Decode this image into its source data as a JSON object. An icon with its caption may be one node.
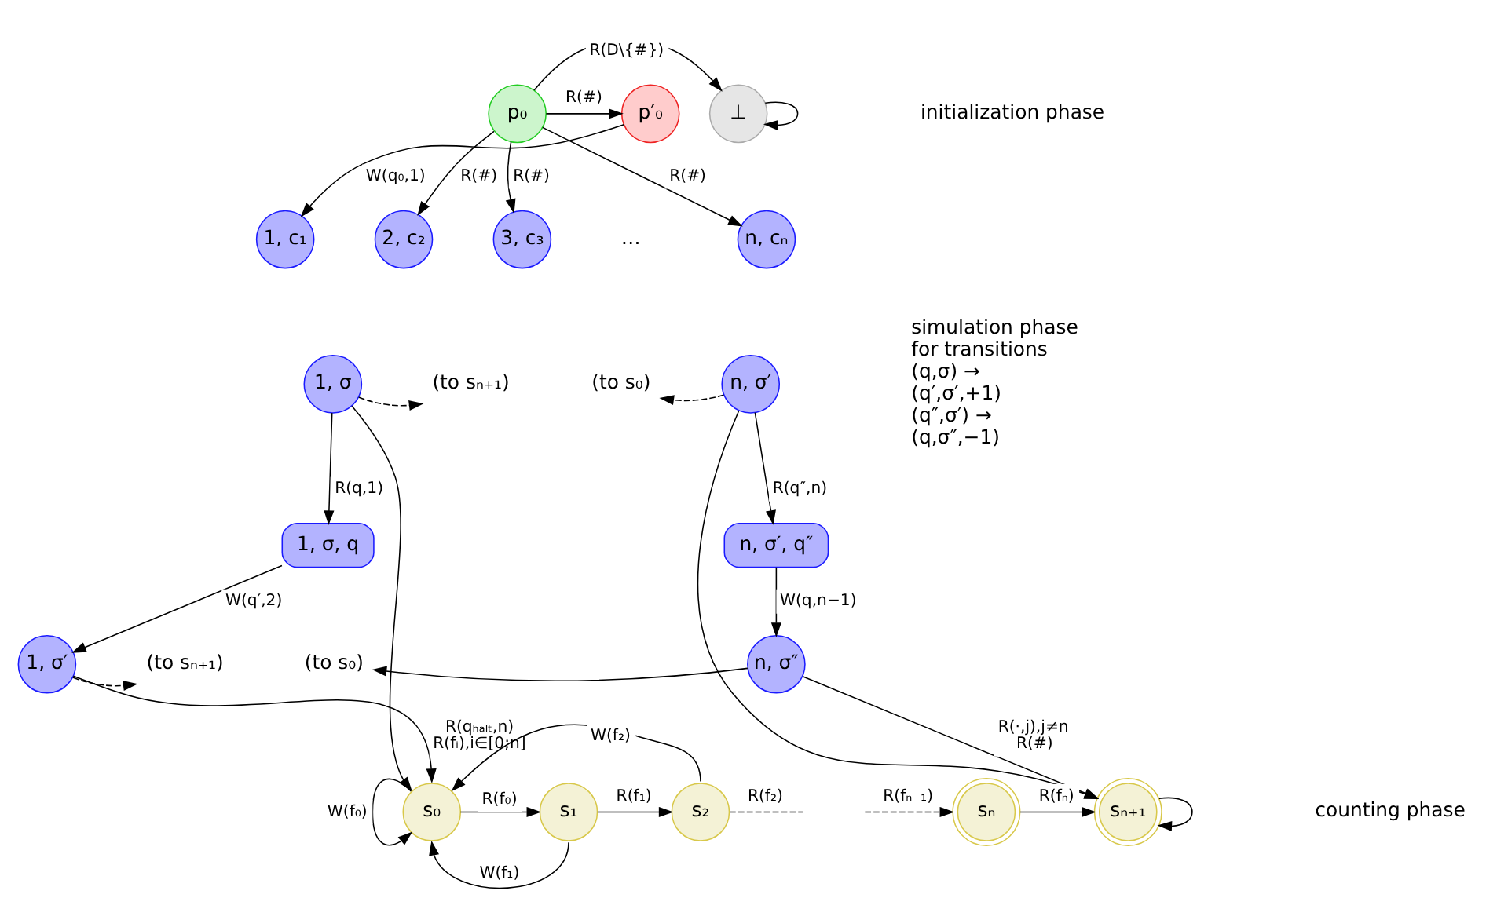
{
  "diagram": {
    "nodes": [
      {
        "text": [
          "p₀"
        ]
      },
      {
        "text": [
          "p′₀"
        ]
      },
      {
        "text": [
          "⊥"
        ]
      },
      {
        "text": [
          "1, c₁"
        ]
      },
      {
        "text": [
          "2, c₂"
        ]
      },
      {
        "text": [
          "3, c₃"
        ]
      },
      {
        "text": [
          "n, cₙ"
        ]
      },
      {
        "text": [
          "1, σ"
        ]
      },
      {
        "text": [
          "(to sₙ₊₁)"
        ]
      },
      {
        "text": [
          "(to s₀)"
        ]
      },
      {
        "text": [
          "n, σ′"
        ]
      },
      {
        "text": [
          "1, σ, q"
        ]
      },
      {
        "text": [
          "n, σ′, q″"
        ]
      },
      {
        "text": [
          "1, σ′"
        ]
      },
      {
        "text": [
          "(to sₙ₊₁)"
        ]
      },
      {
        "text": [
          "(to s₀)"
        ]
      },
      {
        "text": [
          "n, σ″"
        ]
      },
      {
        "text": [
          "s₀"
        ]
      },
      {
        "text": [
          "s₁"
        ]
      },
      {
        "text": [
          "s₂"
        ]
      },
      {
        "text": [
          "sₙ"
        ]
      },
      {
        "text": [
          "sₙ₊₁"
        ]
      }
    ],
    "edges": [
      {
        "from": 0,
        "to": 1,
        "arrow": "to",
        "label": "R(#)"
      },
      {
        "from": 0,
        "to": 2,
        "arrow": "to",
        "label": "R(D\\{#})"
      },
      {
        "from": 2,
        "to": 2,
        "arrow": "to"
      },
      {
        "from": 1,
        "to": 3,
        "arrow": "to",
        "label": "W(q₀,1)"
      },
      {
        "from": 0,
        "to": 4,
        "arrow": "to",
        "label": "R(#)"
      },
      {
        "from": 0,
        "to": 5,
        "arrow": "to",
        "label": "R(#)"
      },
      {
        "from": 0,
        "to": 6,
        "arrow": "to",
        "label": "R(#)"
      },
      {
        "from": 7,
        "to": 8,
        "arrow": "to",
        "style": "dashed"
      },
      {
        "from": 10,
        "to": 9,
        "arrow": "to",
        "style": "dashed"
      },
      {
        "from": 7,
        "to": 11,
        "arrow": "to",
        "label": "R(q,1)"
      },
      {
        "from": 11,
        "to": 13,
        "arrow": "to",
        "label": "W(q′,2)"
      },
      {
        "from": 10,
        "to": 12,
        "arrow": "to",
        "label": "R(q″,n)"
      },
      {
        "from": 12,
        "to": 16,
        "arrow": "to",
        "label": "W(q,n−1)"
      },
      {
        "from": 13,
        "to": 14,
        "arrow": "to",
        "style": "dashed"
      },
      {
        "from": 16,
        "to": 15,
        "arrow": "to"
      },
      {
        "from": 7,
        "to": 17,
        "arrow": "to"
      },
      {
        "from": 13,
        "to": 17,
        "arrow": "to",
        "label": "R(qₕₐₗₜ,n) R(fᵢ),i∈[0;n]"
      },
      {
        "from": 10,
        "to": 21,
        "arrow": "to"
      },
      {
        "from": 16,
        "to": 21,
        "arrow": "to",
        "label": "R(·,j),j≠n R(#)"
      },
      {
        "from": 17,
        "to": 17,
        "arrow": "to",
        "label": "W(f₀)"
      },
      {
        "from": 18,
        "to": 17,
        "arrow": "to",
        "label": "W(f₁)"
      },
      {
        "from": 19,
        "to": 17,
        "arrow": "to",
        "label": "W(f₂)"
      },
      {
        "from": 17,
        "to": 18,
        "arrow": "to",
        "label": "R(f₀)"
      },
      {
        "from": 18,
        "to": 19,
        "arrow": "to",
        "label": "R(f₁)"
      },
      {
        "from": 19,
        "to": null,
        "arrow": "none",
        "style": "dashed",
        "label": "R(f₂)"
      },
      {
        "from": null,
        "to": 20,
        "arrow": "to",
        "style": "dashed",
        "label": "R(fₙ₋₁)"
      },
      {
        "from": 20,
        "to": 21,
        "arrow": "to",
        "label": "R(fₙ)"
      },
      {
        "from": 21,
        "to": 21,
        "arrow": "to"
      }
    ],
    "labels": [
      "…",
      "initialization phase",
      "simulation phase for transitions (q,σ) → (q′,σ′,+1) (q″,σ′) → (q,σ″,−1)",
      "counting phase"
    ]
  }
}
